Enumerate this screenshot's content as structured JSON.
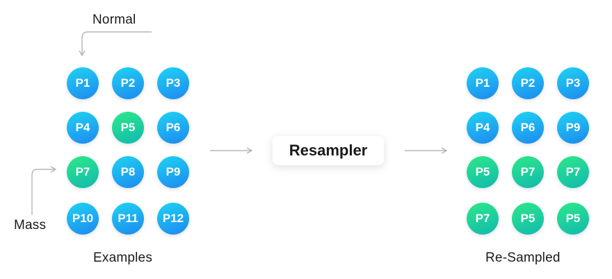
{
  "labels": {
    "normal": "Normal",
    "mass": "Mass",
    "examples": "Examples",
    "resampled": "Re-Sampled",
    "resampler": "Resampler"
  },
  "colors": {
    "normal_class": "#1ea8f2",
    "mass_class": "#1ecf9c"
  },
  "examples": [
    {
      "id": "P1",
      "cls": "normal"
    },
    {
      "id": "P2",
      "cls": "normal"
    },
    {
      "id": "P3",
      "cls": "normal"
    },
    {
      "id": "P4",
      "cls": "normal"
    },
    {
      "id": "P5",
      "cls": "mass"
    },
    {
      "id": "P6",
      "cls": "normal"
    },
    {
      "id": "P7",
      "cls": "mass"
    },
    {
      "id": "P8",
      "cls": "normal"
    },
    {
      "id": "P9",
      "cls": "normal"
    },
    {
      "id": "P10",
      "cls": "normal"
    },
    {
      "id": "P11",
      "cls": "normal"
    },
    {
      "id": "P12",
      "cls": "normal"
    }
  ],
  "resampled": [
    {
      "id": "P1",
      "cls": "normal"
    },
    {
      "id": "P2",
      "cls": "normal"
    },
    {
      "id": "P3",
      "cls": "normal"
    },
    {
      "id": "P4",
      "cls": "normal"
    },
    {
      "id": "P6",
      "cls": "normal"
    },
    {
      "id": "P9",
      "cls": "normal"
    },
    {
      "id": "P5",
      "cls": "mass"
    },
    {
      "id": "P7",
      "cls": "mass"
    },
    {
      "id": "P7",
      "cls": "mass"
    },
    {
      "id": "P7",
      "cls": "mass"
    },
    {
      "id": "P5",
      "cls": "mass"
    },
    {
      "id": "P5",
      "cls": "mass"
    }
  ]
}
